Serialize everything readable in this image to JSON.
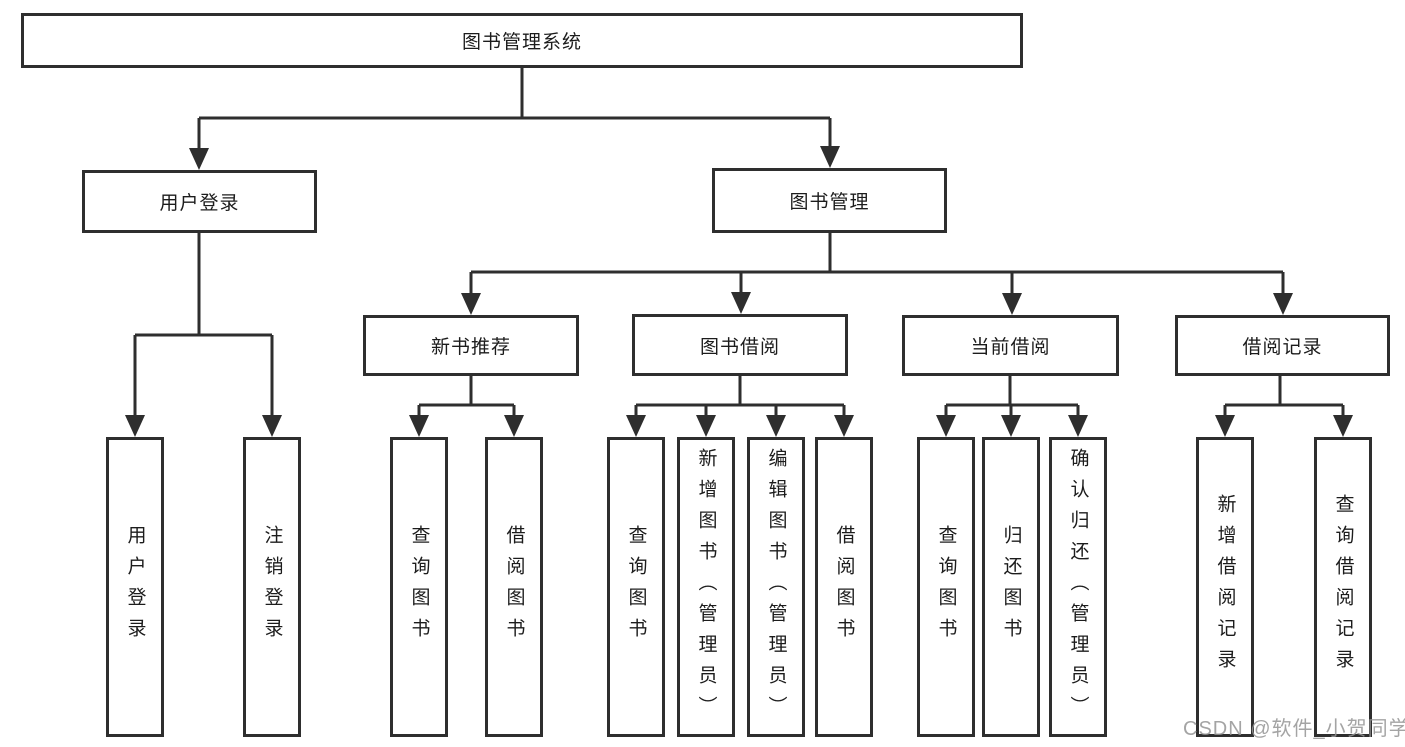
{
  "diagram": {
    "root": {
      "label": "图书管理系统"
    },
    "level2": {
      "user_login_group": {
        "label": "用户登录"
      },
      "book_management": {
        "label": "图书管理"
      }
    },
    "level3": {
      "new_book_recommend": {
        "label": "新书推荐"
      },
      "book_borrowing": {
        "label": "图书借阅"
      },
      "current_borrowing": {
        "label": "当前借阅"
      },
      "borrowing_records": {
        "label": "借阅记录"
      }
    },
    "leaves": {
      "user_login": "用户登录",
      "logout": "注销登录",
      "recommend_query_books": "查询图书",
      "recommend_borrow_books": "借阅图书",
      "borrowing_query_books": "查询图书",
      "borrowing_add_books": "新增图书（管理员）",
      "borrowing_edit_books": "编辑图书（管理员）",
      "borrowing_borrow_books": "借阅图书",
      "current_query_books": "查询图书",
      "current_return_books": "归还图书",
      "current_confirm_return": "确认归还（管理员）",
      "records_add_record": "新增借阅记录",
      "records_query_record": "查询借阅记录"
    }
  },
  "watermark": {
    "text": "CSDN @软件_小贺同学"
  },
  "colors": {
    "line": "#2e2e2e",
    "box_border": "#2e2e2e",
    "text": "#1c1c1c",
    "watermark": "#949494",
    "background": "#ffffff"
  }
}
